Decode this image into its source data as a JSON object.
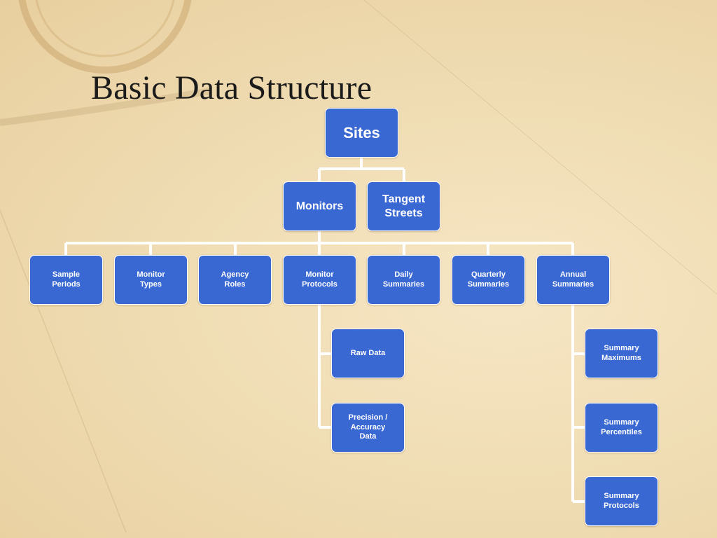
{
  "slide": {
    "title": "Basic Data Structure"
  },
  "diagram": {
    "root": "Sites",
    "level1": [
      "Monitors",
      "Tangent\nStreets"
    ],
    "level2": [
      "Sample\nPeriods",
      "Monitor\nTypes",
      "Agency\nRoles",
      "Monitor\nProtocols",
      "Daily\nSummaries",
      "Quarterly\nSummaries",
      "Annual\nSummaries"
    ],
    "protocol_children": [
      "Raw Data",
      "Precision /\nAccuracy\nData"
    ],
    "annual_children": [
      "Summary\nMaximums",
      "Summary\nPercentiles",
      "Summary\nProtocols"
    ]
  },
  "colors": {
    "node_fill": "#3a68d2",
    "node_border": "#ffffff",
    "connector": "#ffffff",
    "title": "#1b1b1b"
  }
}
